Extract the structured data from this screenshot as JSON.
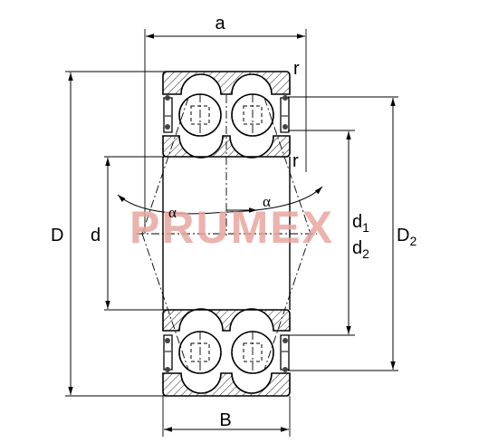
{
  "labels": {
    "a": "a",
    "r_top": "r",
    "r_mid": "r",
    "D": "D",
    "d": "d",
    "d1_main": "d",
    "d1_sub": "1",
    "d2_main": "d",
    "d2_sub": "2",
    "D2_main": "D",
    "D2_sub": "2",
    "B": "B",
    "alpha_left": "α",
    "alpha_right": "α"
  },
  "watermark": {
    "text": "PRUMEX",
    "color": "#e8a6a0"
  },
  "colors": {
    "line": "#000000",
    "hatch": "#000000",
    "background": "#ffffff"
  }
}
